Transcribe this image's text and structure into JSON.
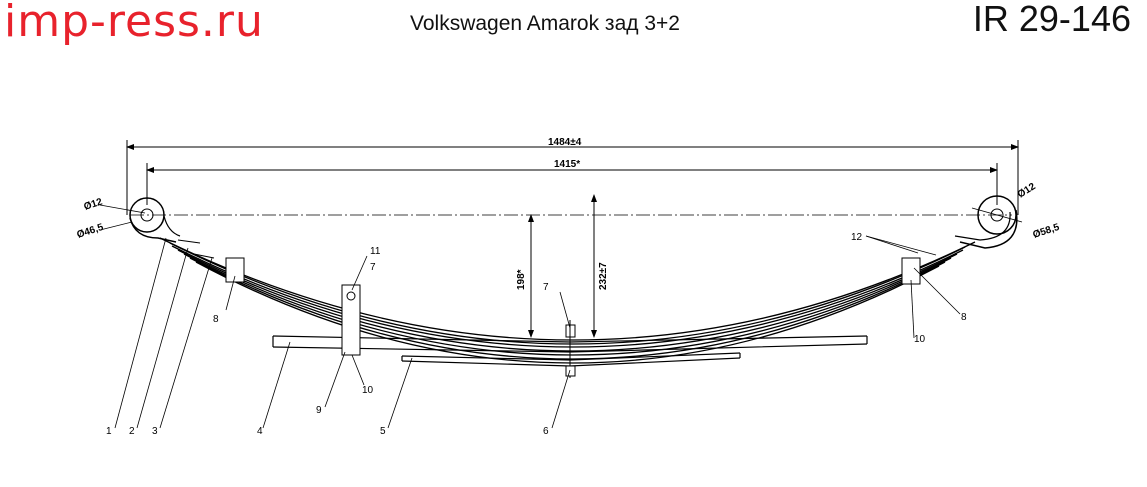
{
  "header": {
    "brand": "imp-ress.ru",
    "title": "Volkswagen Amarok зад 3+2",
    "code": "IR 29-146"
  },
  "dimensions": {
    "overall_length": "1484±4",
    "eye_center_length": "1415*",
    "arch_height": "232±7",
    "ref_height": "198*",
    "left_eye_inner": "Ø12",
    "left_eye_outer": "Ø46,5",
    "right_eye_inner": "Ø12",
    "right_eye_outer": "Ø58,5"
  },
  "callouts": {
    "c1": "1",
    "c2": "2",
    "c3": "3",
    "c4": "4",
    "c5": "5",
    "c6": "6",
    "c7a": "7",
    "c7b": "7",
    "c8a": "8",
    "c8b": "8",
    "c9": "9",
    "c10a": "10",
    "c10b": "10",
    "c11": "11",
    "c12": "12"
  },
  "colors": {
    "brand": "#e8222c",
    "line": "#000000"
  }
}
